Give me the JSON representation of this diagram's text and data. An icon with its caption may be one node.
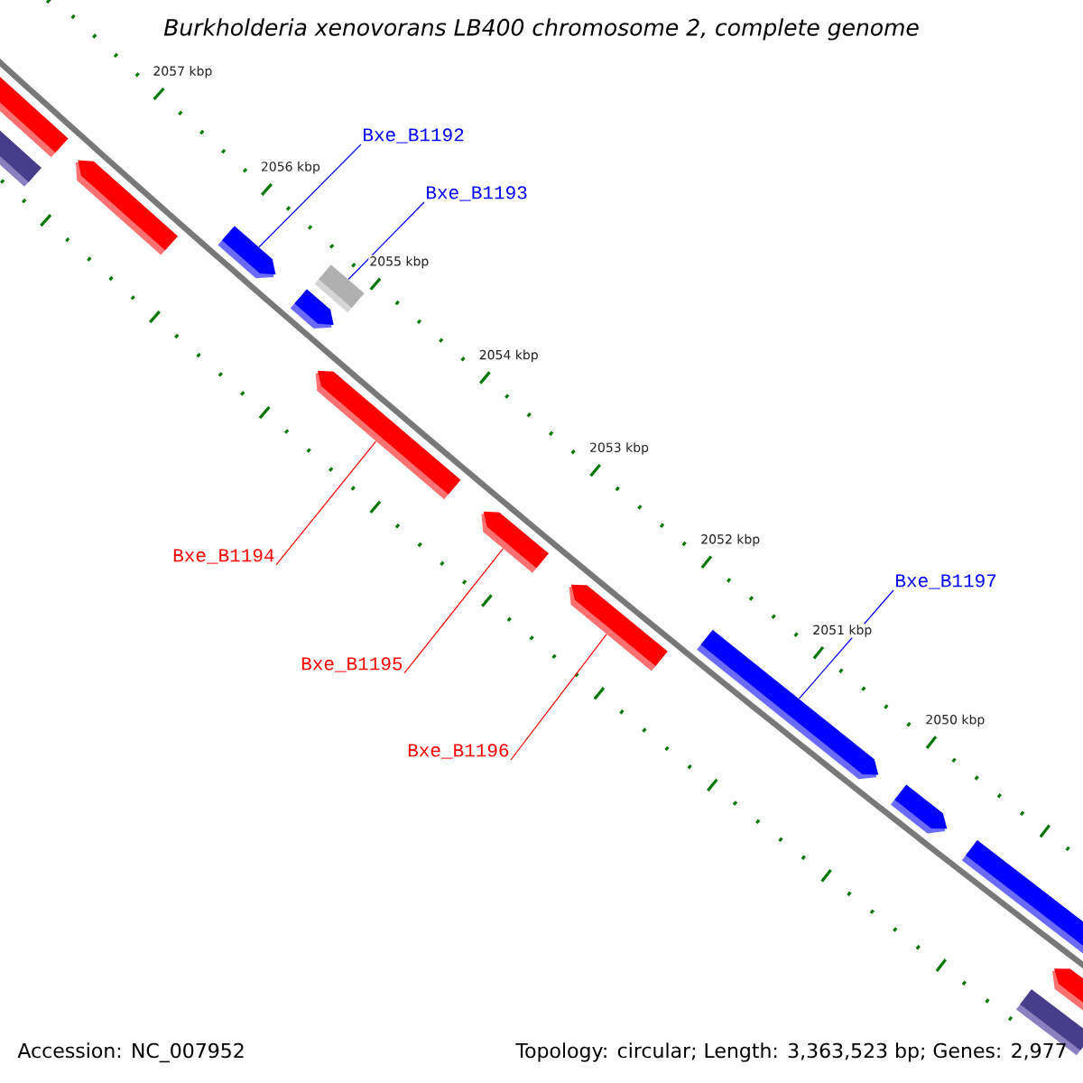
{
  "diagram": {
    "title": "Burkholderia xenovorans LB400 chromosome 2, complete genome",
    "nodes": [
      {
        "text": [
          "Bxe_B1192"
        ]
      },
      {
        "text": [],
        "shape": "arrow"
      },
      {
        "text": [
          "Bxe_B1193"
        ]
      },
      {
        "text": [],
        "shape": "bar"
      },
      {
        "text": [
          "Bxe_B1194"
        ]
      },
      {
        "text": [],
        "shape": "arrow"
      },
      {
        "text": [
          "Bxe_B1195"
        ]
      },
      {
        "text": [],
        "shape": "arrow"
      },
      {
        "text": [
          "Bxe_B1196"
        ]
      },
      {
        "text": [],
        "shape": "arrow"
      },
      {
        "text": [
          "Bxe_B1197"
        ]
      },
      {
        "text": [],
        "shape": "arrow"
      },
      {
        "text": [],
        "shape": "arrow"
      },
      {
        "text": [],
        "shape": "bar"
      },
      {
        "text": [],
        "shape": "arrow"
      },
      {
        "text": [],
        "shape": "arrow"
      },
      {
        "text": [],
        "shape": "arrow"
      },
      {
        "text": [],
        "shape": "arrow"
      },
      {
        "text": [],
        "shape": "arrow"
      },
      {
        "text": [],
        "shape": "bar"
      }
    ],
    "edges": [
      {
        "from": 0,
        "to": 1,
        "arrow": "none",
        "color": "#0000ff"
      },
      {
        "from": 2,
        "to": 3,
        "arrow": "none",
        "color": "#0000ff"
      },
      {
        "from": 4,
        "to": 5,
        "arrow": "none",
        "color": "#ff0000"
      },
      {
        "from": 6,
        "to": 7,
        "arrow": "none",
        "color": "#ff0000"
      },
      {
        "from": 8,
        "to": 9,
        "arrow": "none",
        "color": "#ff0000"
      },
      {
        "from": 10,
        "to": 11,
        "arrow": "none",
        "color": "#0000ff"
      }
    ],
    "labels": [
      "2057 kbp",
      "2056 kbp",
      "2055 kbp",
      "2054 kbp",
      "2053 kbp",
      "2052 kbp",
      "2051 kbp",
      "2050 kbp",
      "Accession: NC_007952",
      "Topology: circular; Length: 3,363,523 bp; Genes: 2,977"
    ]
  }
}
